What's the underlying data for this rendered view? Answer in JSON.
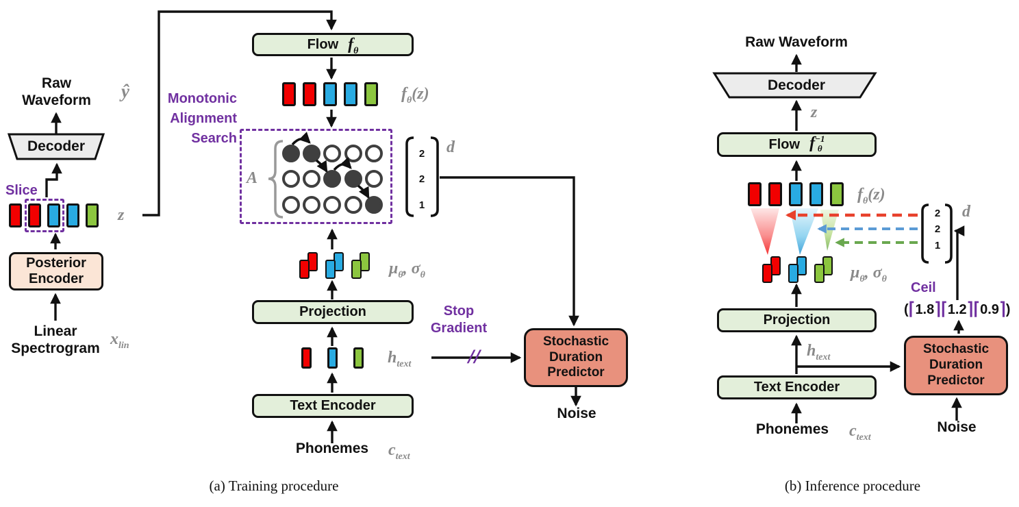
{
  "colors": {
    "box-green": "#e3efda",
    "box-peach": "#fbe5d6",
    "box-salmon": "#e8917d",
    "box-gray": "#ececec",
    "purple": "#7030a0",
    "gray-label": "#8a8a8a",
    "token-red": "#f20000",
    "token-blue": "#29abe2",
    "token-green": "#8cc63f",
    "circle-dark": "#3f3f3f"
  },
  "captions": {
    "a": "(a) Training procedure",
    "b": "(b) Inference procedure"
  },
  "training": {
    "raw_waveform": "Raw\nWaveform",
    "y_hat": "ŷ",
    "decoder": "Decoder",
    "slice": "Slice",
    "z": "z",
    "posterior_encoder": "Posterior\nEncoder",
    "linear_spectrogram": "Linear\nSpectrogram",
    "x_base": "x",
    "x_sub": "lin",
    "flow": "Flow",
    "f": "f",
    "theta": "θ",
    "fz_paren": "(z)",
    "mas_label": "Monotonic\nAlignment\nSearch",
    "A": "A",
    "d_label": "d",
    "d_values": [
      "2",
      "2",
      "1"
    ],
    "mu": "μ",
    "comma": ",",
    "sigma": "σ",
    "projection": "Projection",
    "h_base": "h",
    "h_sub": "text",
    "text_encoder": "Text Encoder",
    "phonemes": "Phonemes",
    "c_base": "c",
    "c_sub": "text",
    "stop_gradient": "Stop\nGradient",
    "slash": "∕∕",
    "sdp": "Stochastic\nDuration\nPredictor",
    "noise": "Noise",
    "z_tokens": [
      "red",
      "red",
      "blue",
      "blue",
      "green"
    ],
    "fz_tokens": [
      "red",
      "red",
      "blue",
      "blue",
      "green"
    ],
    "htext_tokens": [
      "red",
      "blue",
      "green"
    ],
    "pair_tokens": [
      "red",
      "blue",
      "green"
    ],
    "mas": {
      "rows": 3,
      "cols": 5,
      "filled": [
        [
          0,
          0
        ],
        [
          0,
          1
        ],
        [
          1,
          2
        ],
        [
          1,
          3
        ],
        [
          2,
          4
        ]
      ]
    }
  },
  "inference": {
    "raw_waveform": "Raw Waveform",
    "decoder": "Decoder",
    "z": "z",
    "flow": "Flow",
    "f": "f",
    "theta": "θ",
    "minus_one": "−1",
    "fz_paren": "(z)",
    "d_label": "d",
    "d_values": [
      "2",
      "2",
      "1"
    ],
    "mu": "μ",
    "comma": ",",
    "sigma": "σ",
    "ceil_label": "Ceil",
    "paren_open": "(",
    "paren_close": ")",
    "lceil": "⌈",
    "rceil": "⌉",
    "ceil_values": [
      "1.8",
      "1.2",
      "0.9"
    ],
    "projection": "Projection",
    "h_base": "h",
    "h_sub": "text",
    "text_encoder": "Text Encoder",
    "phonemes": "Phonemes",
    "c_base": "c",
    "c_sub": "text",
    "sdp": "Stochastic\nDuration\nPredictor",
    "noise": "Noise",
    "fz_tokens": [
      "red",
      "red",
      "blue",
      "blue",
      "green"
    ],
    "pair_tokens": [
      "red",
      "blue",
      "green"
    ]
  }
}
